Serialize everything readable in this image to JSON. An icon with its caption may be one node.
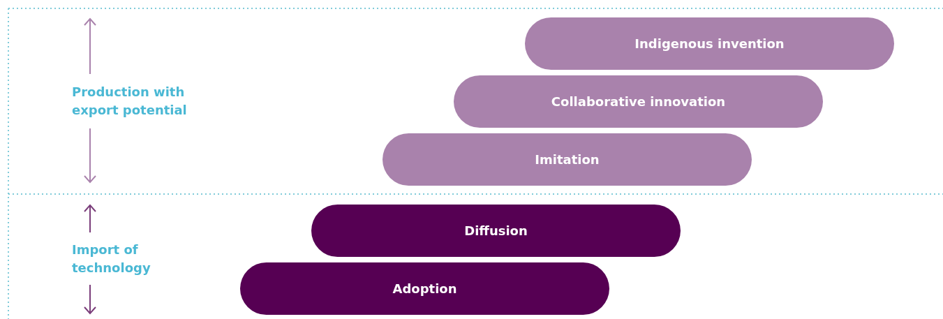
{
  "diagram": {
    "nodes": [
      {
        "text": [
          "Indigenous invention"
        ]
      },
      {
        "text": [
          "Collaborative innovation"
        ]
      },
      {
        "text": [
          "Imitation"
        ]
      },
      {
        "text": [
          "Diffusion"
        ]
      },
      {
        "text": [
          "Adoption"
        ]
      }
    ],
    "edges": [],
    "labels": [
      "Production with export potential",
      "Import of technology"
    ]
  }
}
